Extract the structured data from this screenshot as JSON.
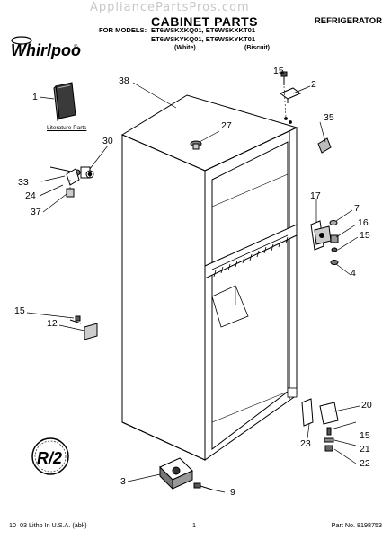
{
  "header": {
    "watermark": "AppliancePartsPros.com",
    "title": "CABINET PARTS",
    "category": "REFRIGERATOR",
    "models_label": "FOR MODELS:",
    "models_line1": "ET6WSKXKQ01, ET6WSKXKT01",
    "models_line2": "ET6WSKYKQ01, ET6WSKYKT01",
    "color_white": "(White)",
    "color_biscuit": "(Biscuit)",
    "brand": "Whirlpool",
    "brand_mark": "®"
  },
  "literature_label": "Literature Parts",
  "part_numbers": {
    "p1": "1",
    "p2": "2",
    "p3": "3",
    "p4": "4",
    "p7": "7",
    "p9": "9",
    "p12": "12",
    "p15a": "15",
    "p15b": "15",
    "p15c": "15",
    "p15d": "15",
    "p16": "16",
    "p17": "17",
    "p20": "20",
    "p21": "21",
    "p22": "22",
    "p23": "23",
    "p24": "24",
    "p27": "27",
    "p30": "30",
    "p33": "33",
    "p35": "35",
    "p37": "37",
    "p38": "38"
  },
  "footer": {
    "left": "10–03 Litho In U.S.A. (abk)",
    "page": "1",
    "part_no": "Part No. 8198753"
  },
  "stamp_text": "R/2"
}
